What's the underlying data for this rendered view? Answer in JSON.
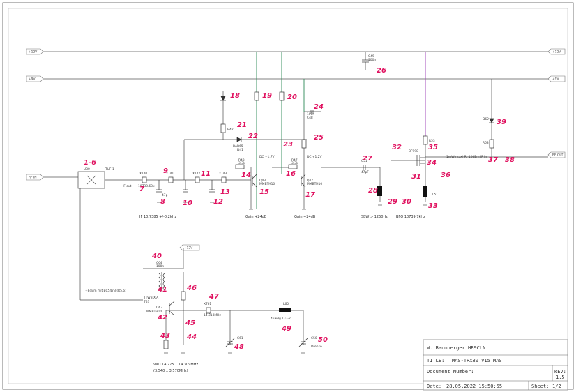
{
  "nets": {
    "net_top_left": "+12V",
    "net_top_right": "+12V",
    "net_mid_left": "+9V",
    "net_mid_right": "+9V",
    "net_rf_in": "RF IN",
    "net_rf_out": "RF OUT",
    "net_vxo": "+12V",
    "if_label": "IF out"
  },
  "components": {
    "u30": "U30",
    "u30_part": "TUF-1",
    "xt40": "XT40",
    "xt41": "XT41",
    "xt42": "XT42",
    "xt43": "XT43",
    "xtal_val": "10738.63k",
    "c_if": "47p",
    "q43": "Q43",
    "q47": "Q47",
    "q_part": "MMBTH10",
    "r43": "R43",
    "r47": "R47",
    "r_val": "3.3k",
    "d41": "D41",
    "d41_part": "BAR65",
    "r42": "R42",
    "c48": "C48",
    "c48_val": "100n",
    "c49": "C49",
    "c49_val": "100n",
    "dc_note_1": "DC +1.7V",
    "dc_note_2": "DC +1.2V",
    "gain_1": "Gain +24dB",
    "gain_2": "Gain +24dB",
    "if_filter": "IF 10.7385 +/-0.2kHz",
    "c51": "C51",
    "c51_val": "47pF",
    "sbw": "SBW > 1250Hz",
    "bfo": "BFO 10739.7kHz",
    "l51": "L51",
    "bf998": "BF998",
    "r53": "R53",
    "bfo_note": "1mW(max) R -10dBm IF in",
    "r63": "R63",
    "d62": "D62",
    "c64": "C64",
    "c64_val": "100n",
    "t63": "T63",
    "t63_part": "TTWB-X-A",
    "q63": "Q63",
    "q63_part": "MMBTH10",
    "xt61": "XT61",
    "xt61_val": "14.318MHz",
    "l60": "L60",
    "l60_val": "45wdg T37-2",
    "c61": "C61",
    "c50": "C50",
    "c50_note": "Drehko",
    "mixer_note": "+8dBm mit BC547B (R5.6)",
    "vxo_range_1": "VXO 14.275 .. 14.309MHz",
    "vxo_range_2": "(3.540 .. 3.570MHz)"
  },
  "annotations": [
    "1-6",
    "7",
    "8",
    "9",
    "10",
    "11",
    "12",
    "13",
    "14",
    "15",
    "16",
    "17",
    "18",
    "19",
    "20",
    "21",
    "22",
    "23",
    "24",
    "25",
    "26",
    "27",
    "28",
    "29",
    "30",
    "31",
    "32",
    "33",
    "34",
    "35",
    "36",
    "37",
    "38",
    "39",
    "40",
    "41",
    "42",
    "43",
    "44",
    "45",
    "46",
    "47",
    "48",
    "49",
    "50"
  ],
  "title_block": {
    "author": "W. Baumberger HB9CLN",
    "title_label": "TITLE:",
    "title_value": "MAS-TRX80 V15 MAS",
    "docnum_label": "Document Number:",
    "rev_label": "REV:",
    "rev_value": "1.5",
    "date_label": "Date:",
    "date_value": "28.05.2022 15:50:55",
    "sheet_label": "Sheet:",
    "sheet_value": "1/2"
  },
  "colors": {
    "wire": "#4a4a4a",
    "rail": "#808080",
    "green_wire": "#2e8b57",
    "purple_wire": "#9b3fb5",
    "handwriting": "#e0115f"
  }
}
